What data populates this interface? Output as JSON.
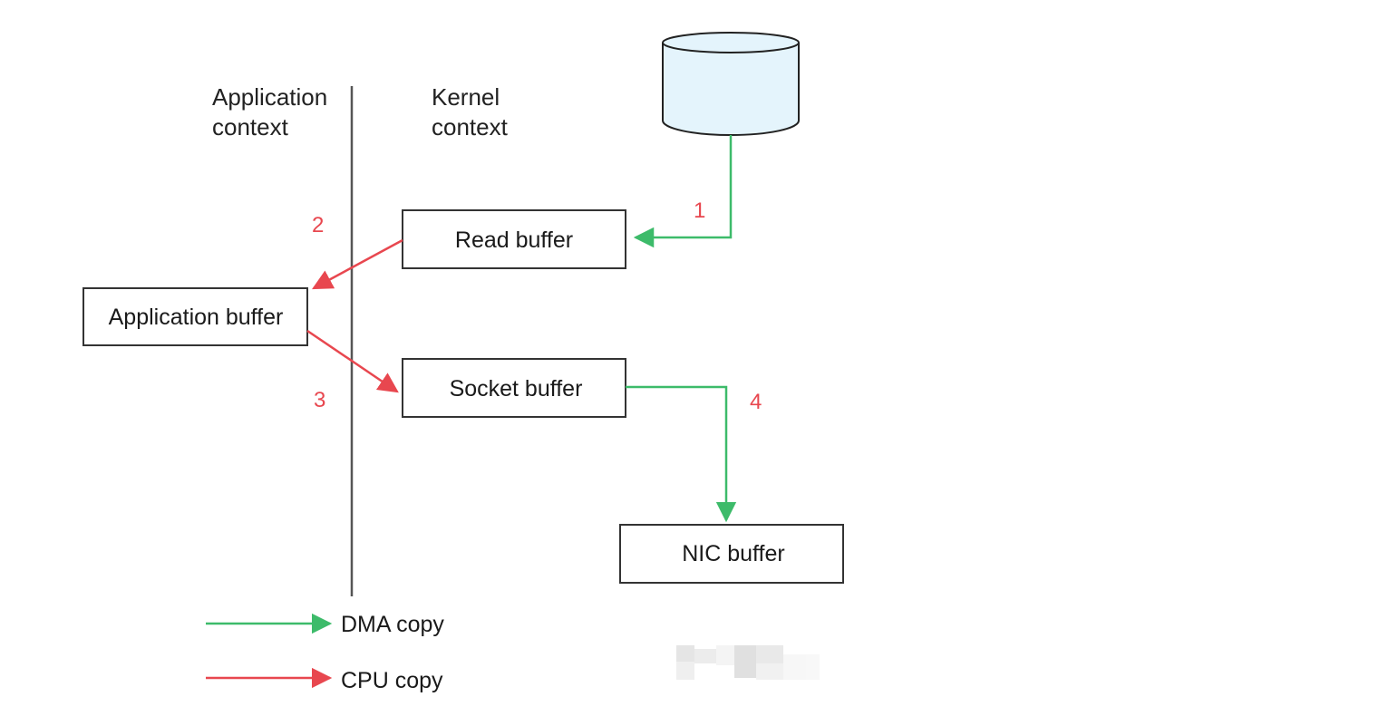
{
  "contexts": {
    "application": [
      "Application",
      "context"
    ],
    "kernel": [
      "Kernel",
      "context"
    ]
  },
  "buffers": {
    "read": "Read buffer",
    "application": "Application buffer",
    "socket": "Socket buffer",
    "nic": "NIC buffer"
  },
  "steps": {
    "one": "1",
    "two": "2",
    "three": "3",
    "four": "4"
  },
  "legend": {
    "dma": "DMA copy",
    "cpu": "CPU copy"
  },
  "colors": {
    "dma": "#3dbb6a",
    "cpu": "#e8474f",
    "disk_fill": "#e4f4fc",
    "disk_stroke": "#222222",
    "divider": "#555555"
  }
}
